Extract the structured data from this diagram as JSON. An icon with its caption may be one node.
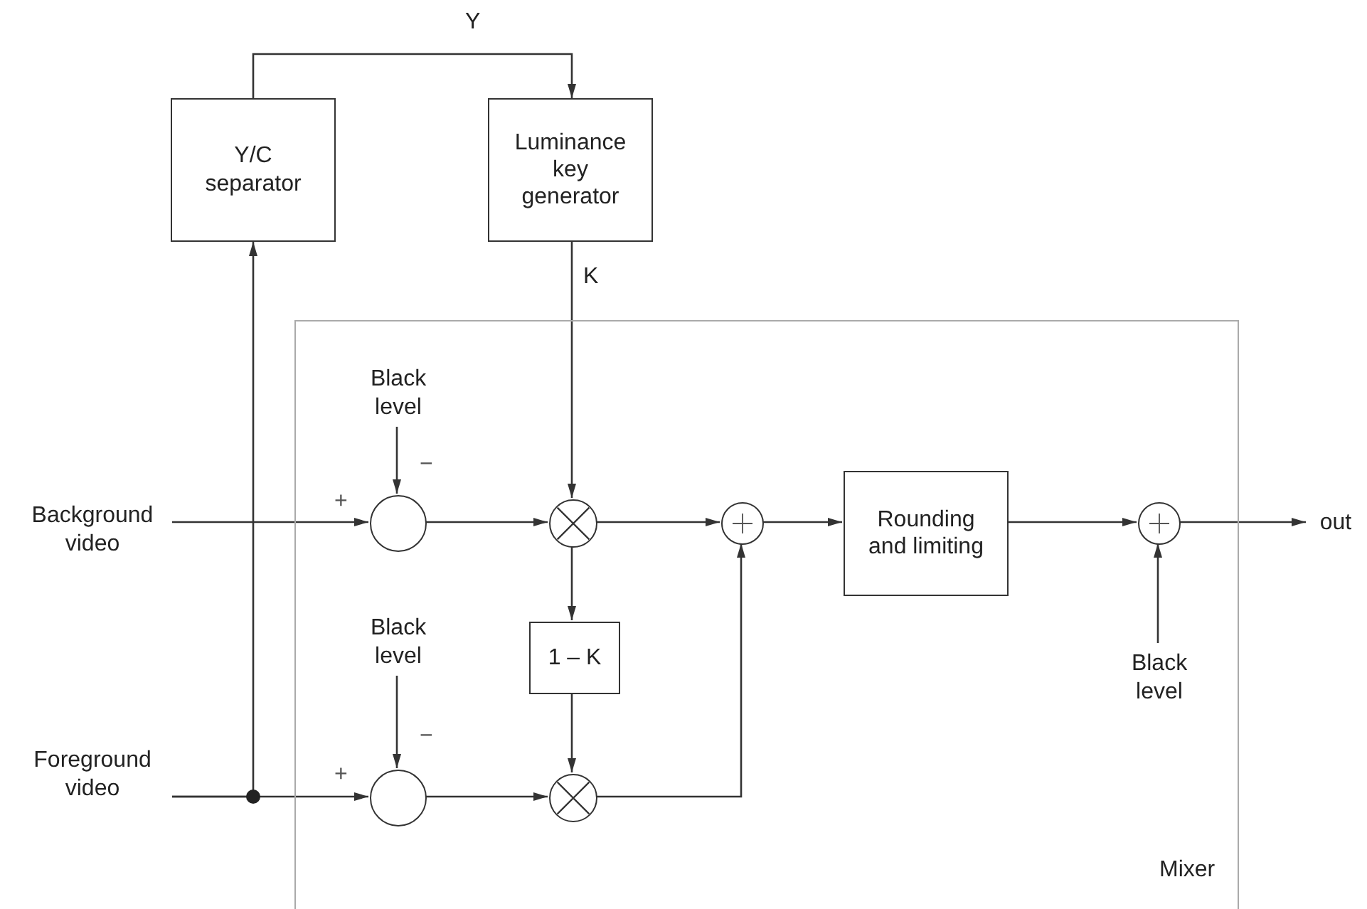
{
  "diagram": {
    "nodes": [
      {
        "text": [
          "Mixer"
        ]
      },
      {
        "text": [
          "Y/C separator"
        ]
      },
      {
        "text": [
          "Luminance key generator"
        ]
      },
      {
        "text": [
          "Background video"
        ]
      },
      {
        "text": [
          "Foreground video"
        ]
      },
      {
        "text": [
          "Black level"
        ],
        "in": 0
      },
      {
        "text": [],
        "shape": "circle",
        "in": 0
      },
      {
        "text": [],
        "shape": "circle",
        "in": 0
      },
      {
        "text": [],
        "shape": "circle",
        "in": 0
      },
      {
        "text": [
          "Rounding and limiting"
        ],
        "in": 0
      },
      {
        "text": [],
        "shape": "circle",
        "in": 0
      },
      {
        "text": [
          "out"
        ]
      },
      {
        "text": [
          "1 – K"
        ],
        "in": 0
      },
      {
        "text": [
          "Black level"
        ],
        "in": 0
      },
      {
        "text": [],
        "shape": "circle",
        "in": 0
      },
      {
        "text": [],
        "shape": "circle",
        "in": 0
      },
      {
        "text": [
          "Black level"
        ],
        "in": 0
      }
    ],
    "edges": [
      {
        "from": 1,
        "to": 2,
        "arrow": "to",
        "label": "Y"
      },
      {
        "from": 4,
        "to": 1,
        "arrow": "to"
      },
      {
        "from": 4,
        "to": 14,
        "arrow": "to"
      },
      {
        "from": 3,
        "to": 6,
        "arrow": "to"
      },
      {
        "from": 5,
        "to": 6,
        "arrow": "to"
      },
      {
        "from": 2,
        "to": 7,
        "arrow": "to",
        "label": "K"
      },
      {
        "from": 6,
        "to": 7,
        "arrow": "to"
      },
      {
        "from": 7,
        "to": 8,
        "arrow": "to"
      },
      {
        "from": 7,
        "to": 12,
        "arrow": "to"
      },
      {
        "from": 12,
        "to": 15,
        "arrow": "to"
      },
      {
        "from": 13,
        "to": 14,
        "arrow": "to"
      },
      {
        "from": 14,
        "to": 15,
        "arrow": "to"
      },
      {
        "from": 15,
        "to": 8,
        "arrow": "to"
      },
      {
        "from": 8,
        "to": 9,
        "arrow": "to"
      },
      {
        "from": 9,
        "to": 10,
        "arrow": "to"
      },
      {
        "from": 16,
        "to": 10,
        "arrow": "to"
      },
      {
        "from": 10,
        "to": 11,
        "arrow": "to"
      }
    ],
    "labels": [
      "−",
      "+",
      "−",
      "+"
    ]
  }
}
